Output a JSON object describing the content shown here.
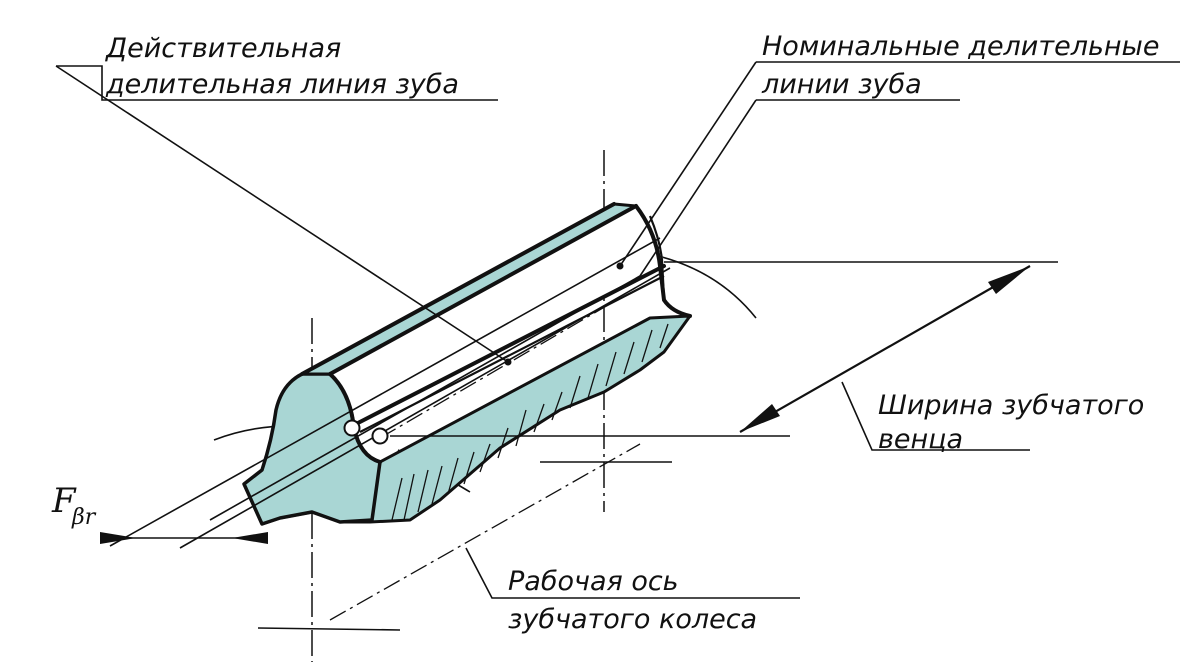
{
  "labels": {
    "actual_line": [
      "Действительная",
      "делительная линия зуба"
    ],
    "nominal_lines": [
      "Номинальные делительные",
      "линии зуба"
    ],
    "face_width": [
      "Ширина зубчатого",
      "венца"
    ],
    "working_axis": [
      "Рабочая ось",
      "зубчатого колеса"
    ],
    "deviation_symbol": "F",
    "deviation_subscript": "βr"
  },
  "colors": {
    "fill": "#a9d6d4",
    "ink": "#111111"
  }
}
